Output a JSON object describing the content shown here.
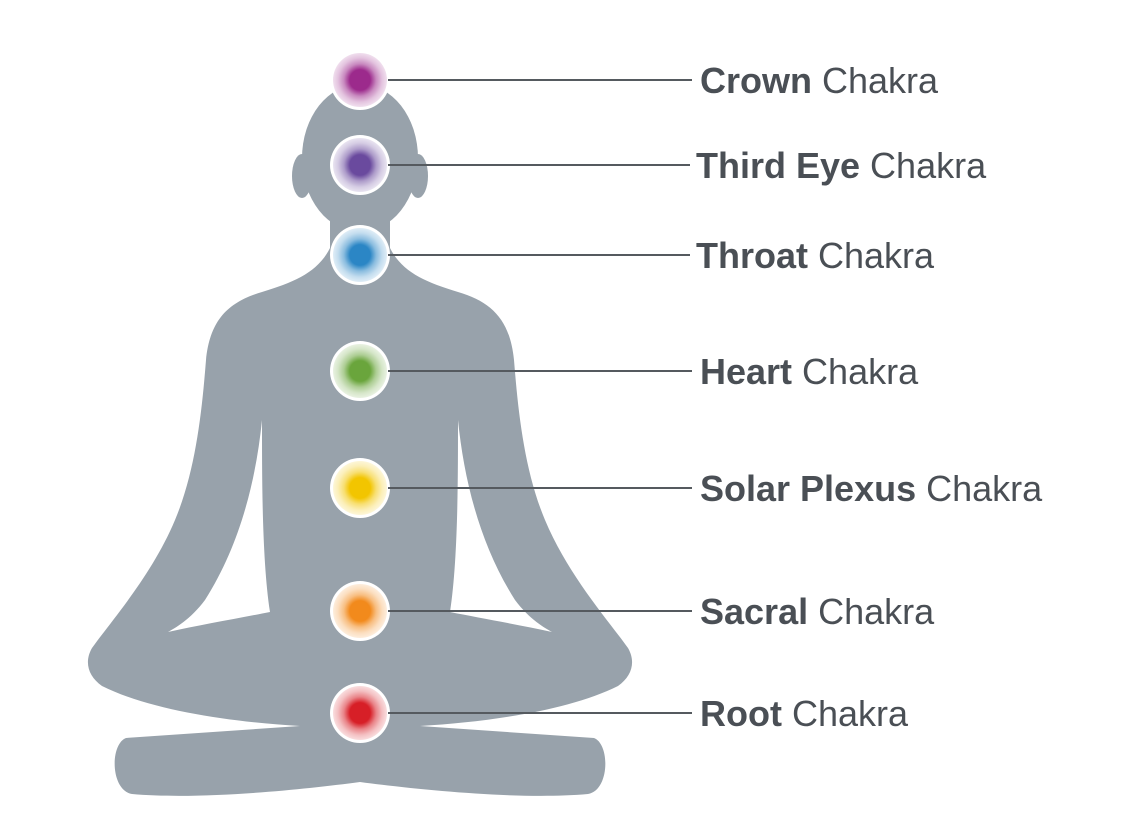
{
  "chakras": [
    {
      "name": "Crown",
      "suffix": "Chakra",
      "color": "#9c2a8c"
    },
    {
      "name": "Third Eye",
      "suffix": "Chakra",
      "color": "#6a4a9e"
    },
    {
      "name": "Throat",
      "suffix": "Chakra",
      "color": "#2b86c5"
    },
    {
      "name": "Heart",
      "suffix": "Chakra",
      "color": "#6aa53c"
    },
    {
      "name": "Solar Plexus",
      "suffix": "Chakra",
      "color": "#f2c500"
    },
    {
      "name": "Sacral",
      "suffix": "Chakra",
      "color": "#f28a1c"
    },
    {
      "name": "Root",
      "suffix": "Chakra",
      "color": "#d71f27"
    }
  ],
  "figure_color": "#98a2ab"
}
